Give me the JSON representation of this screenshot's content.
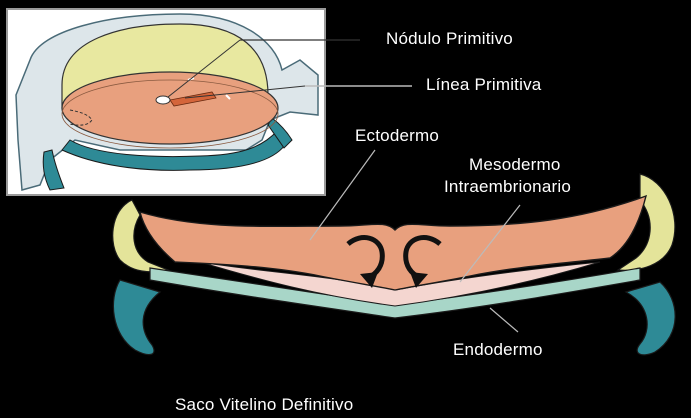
{
  "labels": {
    "nodulo_primitivo": "Nódulo Primitivo",
    "linea_primitiva": "Línea Primitiva",
    "ectodermo": "Ectodermo",
    "mesodermo_line1": "Mesodermo",
    "mesodermo_line2": "Intraembrionario",
    "endodermo": "Endodermo",
    "saco_vitelino": "Saco Vitelino Definitivo"
  },
  "colors": {
    "background": "#000000",
    "ectoderm": "#e8a07e",
    "mesoderm": "#f4d6d0",
    "endoderm": "#a8d6c8",
    "amnion": "#e4e49a",
    "yolk_sac": "#2e8a96",
    "outline": "#1a1a1a",
    "text": "#ffffff"
  }
}
